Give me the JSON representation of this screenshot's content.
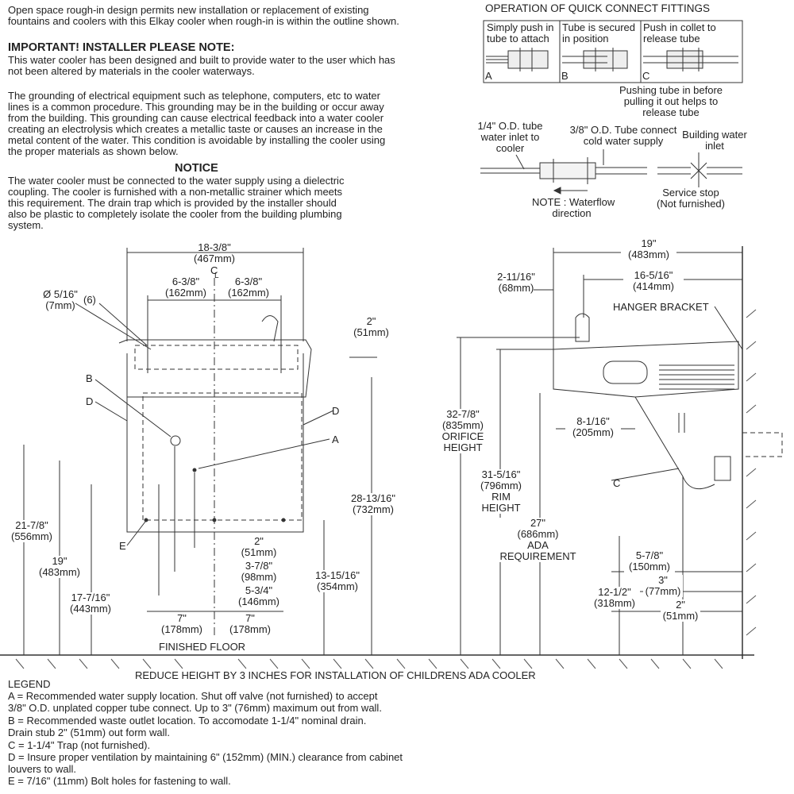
{
  "intro": {
    "line1": "Open space rough-in design permits new installation or replacement of existing",
    "line2": "fountains and coolers with this Elkay cooler when rough-in is within the outline shown."
  },
  "important": {
    "heading": "IMPORTANT!   INSTALLER PLEASE NOTE:",
    "p1": [
      "This water cooler has been designed and built to provide water to the user which has",
      "not been altered by materials in the cooler waterways."
    ],
    "p2": [
      "The grounding of electrical equipment such as telephone, computers, etc to water",
      "lines is a common procedure.  This grounding may be in the building or occur away",
      "from the building.  This grounding can cause electrical feedback into a water cooler",
      "creating an electrolysis which creates a metallic taste or causes an increase in the",
      "metal content of the water.  This condition is avoidable by installing the cooler using",
      "the proper materials as shown below."
    ]
  },
  "notice": {
    "heading": "NOTICE",
    "lines": [
      "The water cooler must be connected to the water supply using a dielectric",
      "coupling. The cooler is furnished with a non-metallic strainer which meets",
      "this requirement. The drain trap which is provided by the installer should",
      "also be plastic to completely isolate the cooler from the building plumbing",
      "system."
    ]
  },
  "quick_connect": {
    "title": "OPERATION OF QUICK CONNECT FITTINGS",
    "panels": [
      {
        "letter": "A",
        "line1": "Simply push in",
        "line2": "tube to attach"
      },
      {
        "letter": "B",
        "line1": "Tube is secured",
        "line2": "in position"
      },
      {
        "letter": "C",
        "line1": "Push in collet to",
        "line2": "release tube"
      }
    ],
    "pushing_note": [
      "Pushing tube in before",
      "pulling it out helps to",
      "release tube"
    ],
    "tube_quarter": [
      "1/4\" O.D. tube",
      "water inlet to",
      "cooler"
    ],
    "tube_three_eighths": [
      "3/8\" O.D. Tube connect",
      "cold water supply"
    ],
    "building_inlet": [
      "Building water",
      "inlet"
    ],
    "waterflow_note": [
      "NOTE : Waterflow",
      "direction"
    ],
    "service_stop": [
      "Service stop",
      "(Not furnished)"
    ]
  },
  "front_view": {
    "dim_width": [
      "18-3/8\"",
      "(467mm)"
    ],
    "centerline": "C",
    "centerline_sub": "L",
    "dim_left_half": [
      "6-3/8\"",
      "(162mm)"
    ],
    "dim_right_half": [
      "6-3/8\"",
      "(162mm)"
    ],
    "hole_dia": [
      "Ø 5/16\"",
      "(7mm)"
    ],
    "hole_count": "(6)",
    "dim_top": [
      "2\"",
      "(51mm)"
    ],
    "label_B": "B",
    "label_D_left": "D",
    "label_D_right": "D",
    "label_A": "A",
    "label_E": "E",
    "dim_21": [
      "21-7/8\"",
      "(556mm)"
    ],
    "dim_19": [
      "19\"",
      "(483mm)"
    ],
    "dim_17": [
      "17-7/16\"",
      "(443mm)"
    ],
    "dim_28": [
      "28-13/16\"",
      "(732mm)"
    ],
    "dim_13": [
      "13-15/16\"",
      "(354mm)"
    ],
    "dim_2": [
      "2\"",
      "(51mm)"
    ],
    "dim_3": [
      "3-7/8\"",
      "(98mm)"
    ],
    "dim_5": [
      "5-3/4\"",
      "(146mm)"
    ],
    "dim_7_left": [
      "7\"",
      "(178mm)"
    ],
    "dim_7_right": [
      "7\"",
      "(178mm)"
    ],
    "floor": "FINISHED FLOOR"
  },
  "side_view": {
    "dim_19": [
      "19\"",
      "(483mm)"
    ],
    "dim_2_11": [
      "2-11/16\"",
      "(68mm)"
    ],
    "dim_16": [
      "16-5/16\"",
      "(414mm)"
    ],
    "hanger": "HANGER BRACKET",
    "dim_orifice": [
      "32-7/8\"",
      "(835mm)",
      "ORIFICE",
      "HEIGHT"
    ],
    "dim_rim": [
      "31-5/16\"",
      "(796mm)",
      "RIM",
      "HEIGHT"
    ],
    "dim_ada": [
      "27\"",
      "(686mm)",
      "ADA",
      "REQUIREMENT"
    ],
    "dim_8": [
      "8-1/16\"",
      "(205mm)"
    ],
    "label_C": "C",
    "dim_5_7": [
      "5-7/8\"",
      "(150mm)"
    ],
    "dim_3": [
      "3\"",
      "(77mm)"
    ],
    "dim_2": [
      "2\"",
      "(51mm)"
    ],
    "dim_12": [
      "12-1/2\"",
      "(318mm)"
    ]
  },
  "reduce_note": "REDUCE HEIGHT BY 3 INCHES FOR INSTALLATION OF CHILDRENS ADA COOLER",
  "legend": {
    "title": "LEGEND",
    "lines": [
      "A = Recommended water supply location. Shut off valve (not furnished) to accept",
      "      3/8\" O.D. unplated copper tube connect. Up to 3\" (76mm) maximum out from wall.",
      "B = Recommended waste outlet location. To accomodate 1-1/4\" nominal drain.",
      "      Drain stub 2\" (51mm) out form wall.",
      "C = 1-1/4\" Trap (not furnished).",
      "D = Insure proper ventilation by maintaining 6\" (152mm) (MIN.) clearance from cabinet",
      "      louvers to wall.",
      "E = 7/16\" (11mm) Bolt holes for fastening to wall."
    ]
  }
}
